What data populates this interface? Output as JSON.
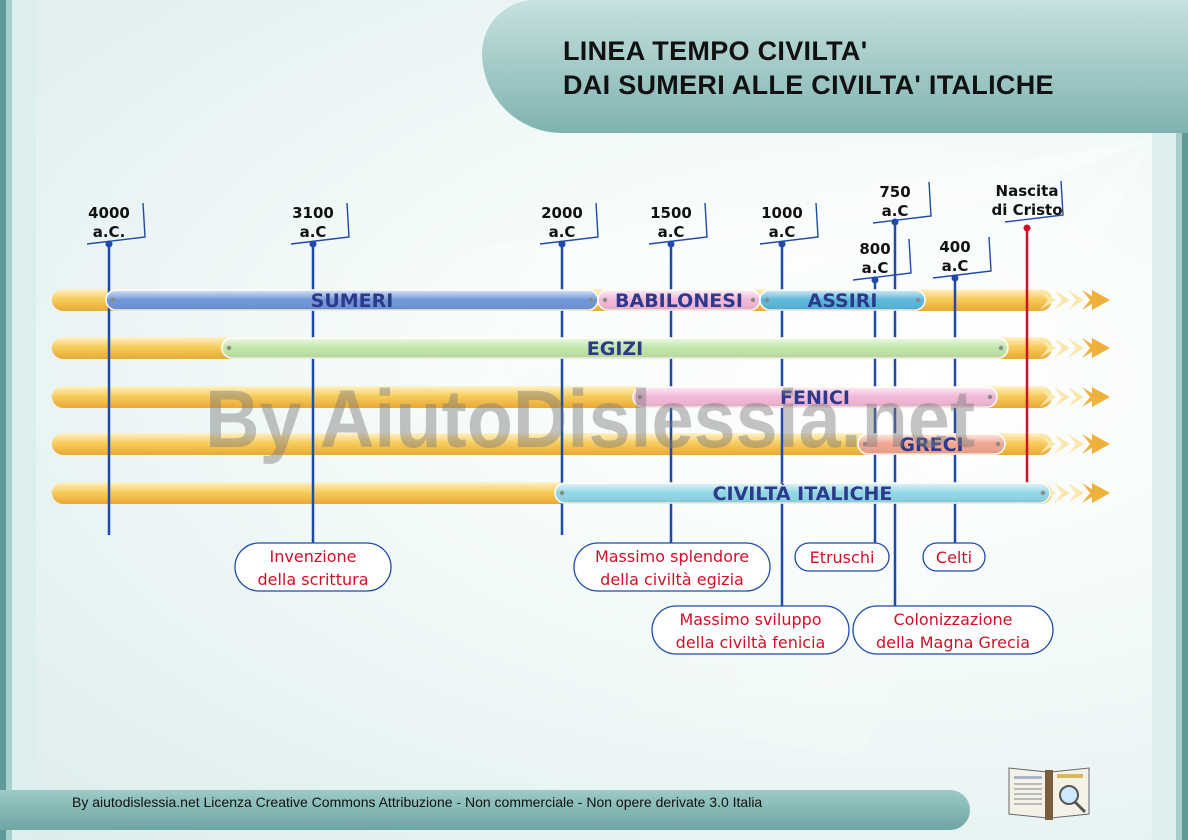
{
  "title": {
    "line1": "LINEA TEMPO CIVILTA'",
    "line2": "DAI SUMERI ALLE CIVILTA' ITALICHE"
  },
  "timeline": {
    "ticks": [
      {
        "id": "4000",
        "line1": "4000",
        "line2": "a.C."
      },
      {
        "id": "3100",
        "line1": "3100",
        "line2": "a.C"
      },
      {
        "id": "2000",
        "line1": "2000",
        "line2": "a.C"
      },
      {
        "id": "1500",
        "line1": "1500",
        "line2": "a.C"
      },
      {
        "id": "1000",
        "line1": "1000",
        "line2": "a.C"
      },
      {
        "id": "800",
        "line1": "800",
        "line2": "a.C"
      },
      {
        "id": "750",
        "line1": "750",
        "line2": "a.C"
      },
      {
        "id": "400",
        "line1": "400",
        "line2": "a.C"
      },
      {
        "id": "cristo",
        "line1": "Nascita",
        "line2": "di Cristo"
      }
    ],
    "civilizations": [
      {
        "name": "SUMERI",
        "color": "#6f95d6"
      },
      {
        "name": "BABILONESI",
        "color": "#f2b6d6"
      },
      {
        "name": "ASSIRI",
        "color": "#59b7d9"
      },
      {
        "name": "EGIZI",
        "color": "#bfe4a6"
      },
      {
        "name": "FENICI",
        "color": "#f2b6d6"
      },
      {
        "name": "GRECI",
        "color": "#f1a48e"
      },
      {
        "name": "CIVILTÀ ITALICHE",
        "color": "#8fd6e4"
      }
    ],
    "events": [
      {
        "line1": "Invenzione",
        "line2": "della scrittura"
      },
      {
        "line1": "Massimo splendore",
        "line2": "della civiltà egizia"
      },
      {
        "line1": "Massimo sviluppo",
        "line2": "della civiltà fenicia"
      },
      {
        "line1": "Etruschi",
        "line2": ""
      },
      {
        "line1": "Colonizzazione",
        "line2": "della Magna Grecia"
      },
      {
        "line1": "Celti",
        "line2": ""
      }
    ]
  },
  "watermark": "By AiutoDislessia.net",
  "footer": "By aiutodislessia.net Licenza Creative Commons Attribuzione - Non commerciale - Non opere derivate 3.0 Italia",
  "colors": {
    "band": "#f5c45a",
    "tick_line": "#1f4aa8",
    "christ_line": "#d0102a",
    "callout_text": "#d0102a",
    "label_text": "#2d3a8c"
  }
}
